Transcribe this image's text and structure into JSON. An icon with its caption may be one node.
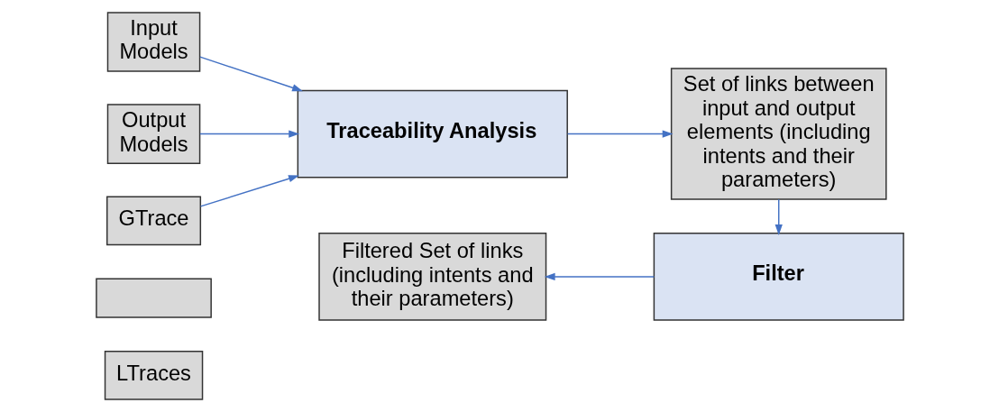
{
  "diagram": {
    "nodes": [
      {
        "text": [
          "Input Models"
        ]
      },
      {
        "text": [
          "Output Models"
        ]
      },
      {
        "text": [
          "GTrace"
        ]
      },
      {
        "text": [],
        "shape": "box"
      },
      {
        "text": [
          "LTraces"
        ]
      },
      {
        "text": [
          "Traceability Analysis"
        ]
      },
      {
        "text": [
          "Set of links between input and output elements (including intents and their parameters)"
        ]
      },
      {
        "text": [
          "Filter"
        ]
      },
      {
        "text": [
          "Filtered Set of links (including intents and their parameters)"
        ]
      }
    ],
    "edges": [
      {
        "from": 0,
        "to": 5,
        "arrow": "to"
      },
      {
        "from": 1,
        "to": 5,
        "arrow": "to"
      },
      {
        "from": 2,
        "to": 5,
        "arrow": "to"
      },
      {
        "from": 5,
        "to": 6,
        "arrow": "to"
      },
      {
        "from": 6,
        "to": 7,
        "arrow": "to"
      },
      {
        "from": 7,
        "to": 8,
        "arrow": "to"
      }
    ]
  }
}
